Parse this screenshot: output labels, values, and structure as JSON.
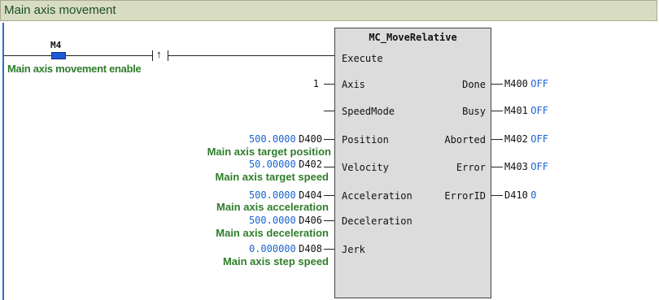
{
  "network": {
    "title": "Main axis movement"
  },
  "contact": {
    "label": "M4",
    "comment": "Main axis movement enable",
    "edge_symbol": "↑"
  },
  "block": {
    "name": "MC_MoveRelative",
    "inputs": {
      "execute": "Execute",
      "axis": "Axis",
      "speed_mode": "SpeedMode",
      "position": "Position",
      "velocity": "Velocity",
      "acceleration": "Acceleration",
      "deceleration": "Deceleration",
      "jerk": "Jerk"
    },
    "outputs": {
      "done": "Done",
      "busy": "Busy",
      "aborted": "Aborted",
      "error": "Error",
      "error_id": "ErrorID"
    }
  },
  "input_values": {
    "axis": {
      "value": "1"
    },
    "position": {
      "value": "500.0000",
      "address": "D400",
      "comment": "Main axis target position"
    },
    "velocity": {
      "value": "50.00000",
      "address": "D402",
      "comment": "Main axis target speed"
    },
    "acceleration": {
      "value": "500.0000",
      "address": "D404",
      "comment": "Main axis acceleration"
    },
    "deceleration": {
      "value": "500.0000",
      "address": "D406",
      "comment": "Main axis deceleration"
    },
    "jerk": {
      "value": "0.000000",
      "address": "D408",
      "comment": "Main axis step speed"
    }
  },
  "output_values": {
    "done": {
      "address": "M400",
      "state": "OFF"
    },
    "busy": {
      "address": "M401",
      "state": "OFF"
    },
    "aborted": {
      "address": "M402",
      "state": "OFF"
    },
    "error": {
      "address": "M403",
      "state": "OFF"
    },
    "error_id": {
      "address": "D410",
      "state": "0"
    }
  },
  "colors": {
    "value_blue": "#1a63d4",
    "comment_green": "#2f7d2a",
    "title_bg": "#d8dcc3",
    "block_bg": "#dcdcdc",
    "contact_blue": "#1f5ad6"
  }
}
